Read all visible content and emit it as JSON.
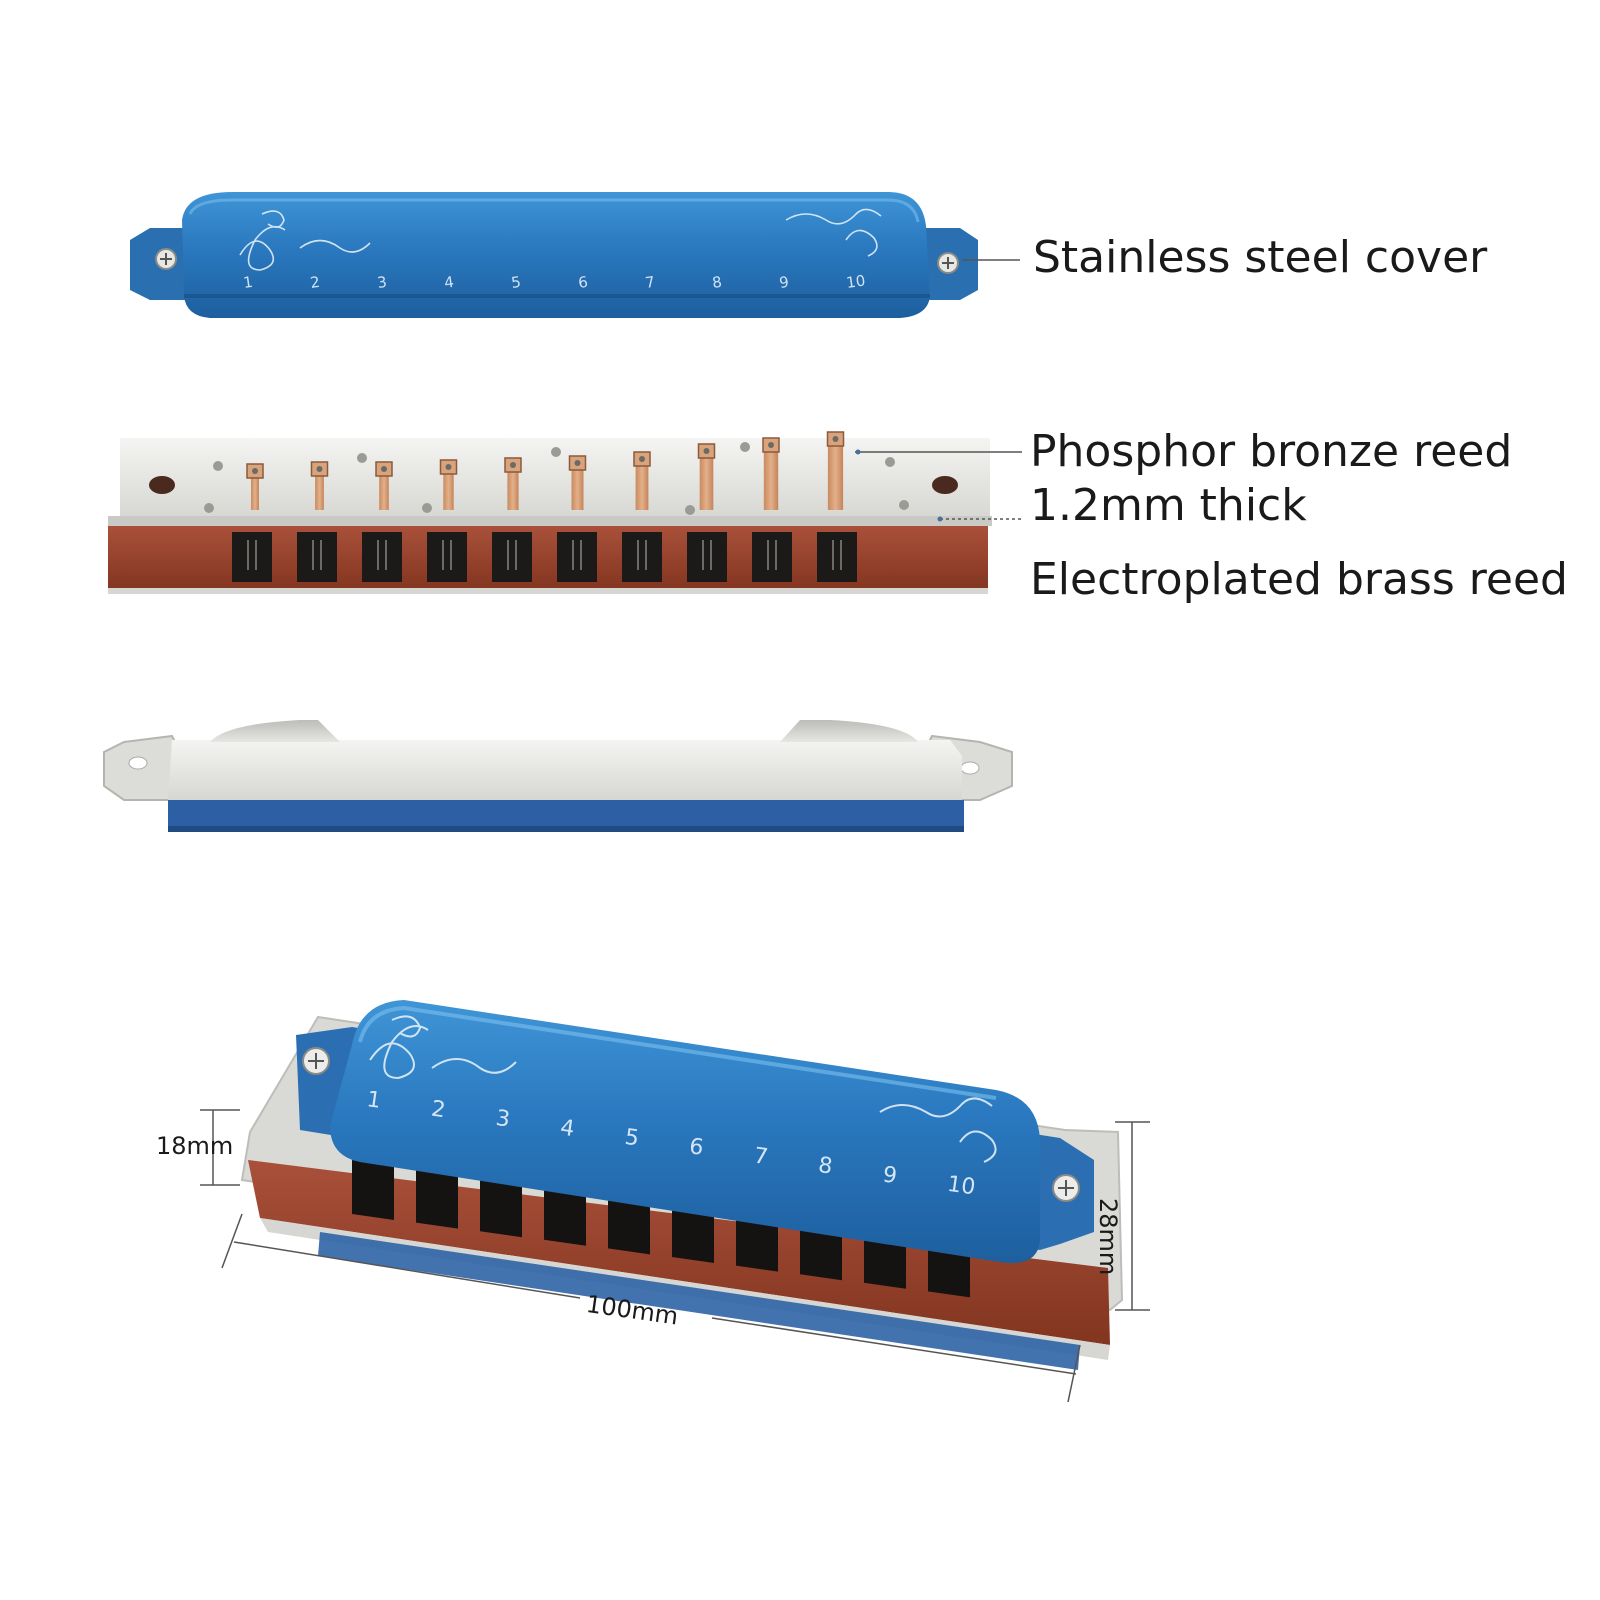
{
  "labels": {
    "cover": "Stainless steel cover",
    "reed_material": "Phosphor bronze reed",
    "thickness": "1.2mm thick",
    "electroplated": "Electroplated brass reed"
  },
  "dimensions": {
    "height": "18mm",
    "depth": "28mm",
    "length": "100mm"
  },
  "hole_numbers": [
    "1",
    "2",
    "3",
    "4",
    "5",
    "6",
    "7",
    "8",
    "9",
    "10"
  ],
  "colors": {
    "cover_blue": "#2f7fc4",
    "comb_red": "#9a4330",
    "plate_silver": "#e4e4e0",
    "reed_copper": "#d39a70"
  }
}
